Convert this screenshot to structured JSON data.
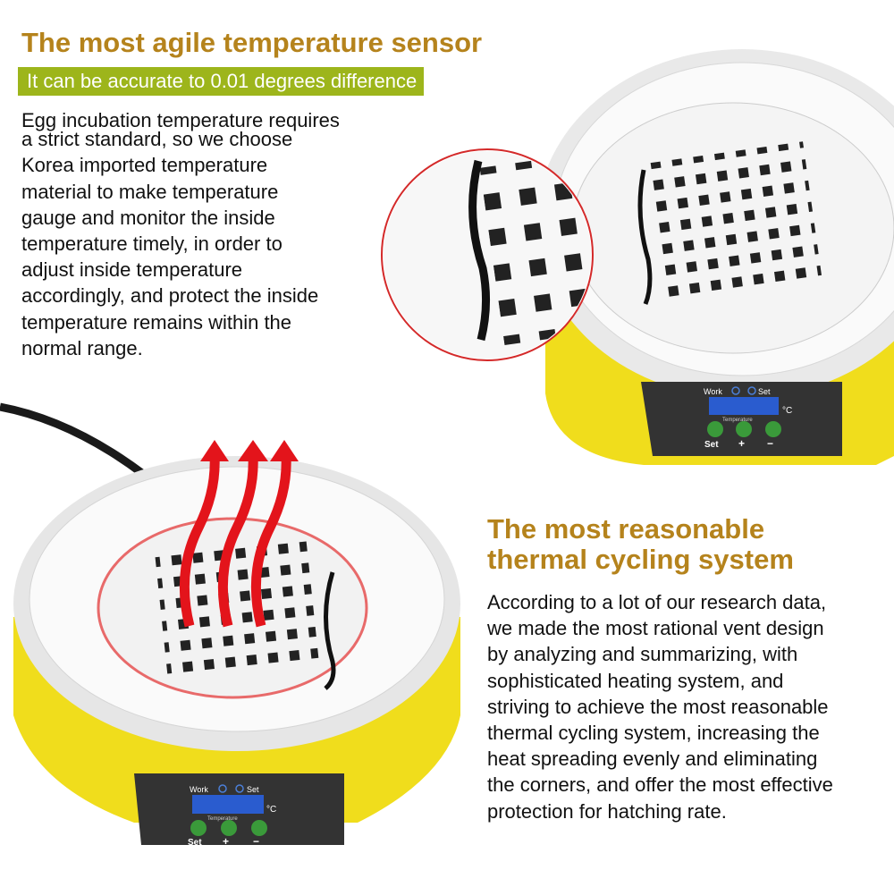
{
  "section1": {
    "title": "The most agile temperature sensor",
    "tagline": "It can be accurate to 0.01 degrees difference",
    "body_lines": [
      "Egg incubation temperature requires",
      "a strict standard, so we choose",
      "Korea imported temperature",
      "material to make temperature",
      "gauge and monitor the inside",
      "temperature timely, in order to",
      "adjust inside temperature",
      "accordingly, and protect the inside",
      "temperature remains within the",
      "normal range."
    ]
  },
  "section2": {
    "title_lines": [
      "The most reasonable",
      "thermal cycling system"
    ],
    "body_lines": [
      "According to a lot of our research data,",
      "we made the most rational vent design",
      "by analyzing and summarizing, with",
      "sophisticated heating system, and",
      "striving to achieve the most reasonable",
      "thermal cycling system, increasing the",
      "heat spreading evenly and eliminating",
      "the corners, and offer the most effective",
      "protection for hatching rate."
    ]
  },
  "control_panel": {
    "work_label": "Work",
    "set_indicator_label": "Set",
    "unit": "°C",
    "display_label": "Temperature",
    "buttons": [
      "Set",
      "+",
      "−"
    ]
  },
  "colors": {
    "heading": "#b5831c",
    "tag_bg": "#9db51b",
    "body_yellow": "#f2e21a",
    "arrow": "#e3141b"
  }
}
